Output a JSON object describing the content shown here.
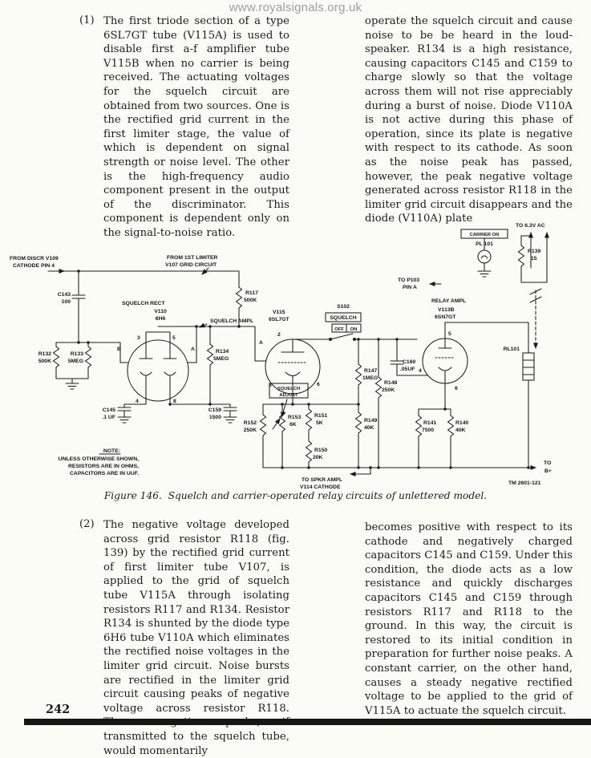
{
  "watermark": "www.royalsignals.org.uk",
  "page_number": "242",
  "para1": {
    "num": "(1)",
    "left": "The first triode section of a type 6SL7GT tube (V115A) is used to disable first a-f amplifier tube V115B when no carrier is being received. The actuating voltages for the squelch circuit are obtained from two sources. One is the rectified grid current in the first limiter stage, the value of which is dependent on signal strength or noise level. The other is the high-frequency audio component present in the output of the discriminator. This component is dependent only on the signal-to-noise ratio.",
    "right": "operate the squelch circuit and cause noise to be be heard in the loud-speaker. R134 is a high resistance, causing capacitors C145 and C159 to charge slowly so that the voltage across them will not rise appreciably during a burst of noise. Diode V110A is not active during this phase of operation, since its plate is negative with respect to its cathode. As soon as the noise peak has passed, however, the peak negative voltage generated across resistor R118 in the limiter grid circuit disappears and the diode (V110A) plate"
  },
  "para2": {
    "num": "(2)",
    "left": "The negative voltage developed across grid resistor R118 (fig. 139) by the rectified grid current of first limiter tube V107, is applied to the grid of squelch tube V115A through isolating resistors R117 and R134. Resistor R134 is shunted by the diode type 6H6 tube V110A which eliminates the rectified noise voltages in the limiter grid circuit. Noise bursts are rectified in the limiter grid circuit causing peaks of negative voltage across resistor R118. These negative peaks, if transmitted to the squelch tube, would momentarily",
    "right": "becomes positive with respect to its cathode and negatively charged capacitors C145 and C159. Under this condition, the diode acts as a low resistance and quickly discharges capacitors C145 and C159 through resistors R117 and R118 to the ground. In this way, the circuit is restored to its initial condition in preparation for further noise peaks. A constant carrier, on the other hand, causes a steady negative rectified voltage to be applied to the grid of V115A to actuate the squelch circuit."
  },
  "figure": {
    "caption_label": "Figure 146.",
    "caption_text": "Squelch and carrier-operated relay circuits of unlettered model.",
    "pins": {
      "v110": [
        "B",
        "3",
        "5",
        "A",
        "4",
        "8"
      ],
      "v115": [
        "A",
        "2",
        "3",
        "6"
      ],
      "v113b": [
        "4",
        "5",
        "6"
      ]
    },
    "l": {
      "to63": "TO 6.3V AC",
      "carrier": "CARRIER ON",
      "pl101": "PL 101",
      "r139": "R139",
      "r139v": "15",
      "top103": "TO P103",
      "pina": "PIN A",
      "discr1": "FROM DISCR V109",
      "discr2": "CATHODE PIN 4",
      "lim1": "FROM 1ST LIMITER",
      "lim2": "V107 GRID CIRCUIT",
      "c143": "C143",
      "c143v": "100",
      "srect": "SQUELCH RECT",
      "v110": "V110",
      "v110t": "6H6",
      "r117": "R117",
      "r117v": "500K",
      "sampl": "SQUELCH AMPL",
      "r132": "R132",
      "r132v": "500K",
      "r133": "R133",
      "r133v": "5MEG",
      "r134": "R134",
      "r134v": "5MEG",
      "c145": "C145",
      "c145v": ".1 UF",
      "c159": "C159",
      "c159v": "1500",
      "v115": "V115",
      "v115t": "6SL7GT",
      "s102": "S102",
      "ssw": "SQUELCH",
      "off": "OFF",
      "on": "ON",
      "r147": "R147",
      "r147v": "1MEG",
      "r148": "R148",
      "r148v": "250K",
      "c160": "C160",
      "c160v": ".05UF",
      "rampl": "RELAY AMPL",
      "v113": "V113B",
      "v113t": "6SN7GT",
      "rl101": "RL101",
      "sadj1": "SQUELCH",
      "sadj2": "ADJUST",
      "r151": "R151",
      "r151v": "5K",
      "r153": "R153",
      "r153v": "6K",
      "r150": "R150",
      "r150v": "20K",
      "r152": "R152",
      "r152v": "250K",
      "r149": "R149",
      "r149v": "40K",
      "r141": "R141",
      "r141v": "7500",
      "r140": "R140",
      "r140v": "40K",
      "note0": "NOTE:",
      "note1": "UNLESS OTHERWISE SHOWN,",
      "note2": "RESISTORS ARE IN OHMS,",
      "note3": "CAPACITORS ARE IN UUF.",
      "spkr1": "TO SPKR AMPL",
      "spkr2": "V114 CATHODE",
      "tob": "TO",
      "bplus": "B+",
      "tm": "TM 2601-121"
    }
  }
}
